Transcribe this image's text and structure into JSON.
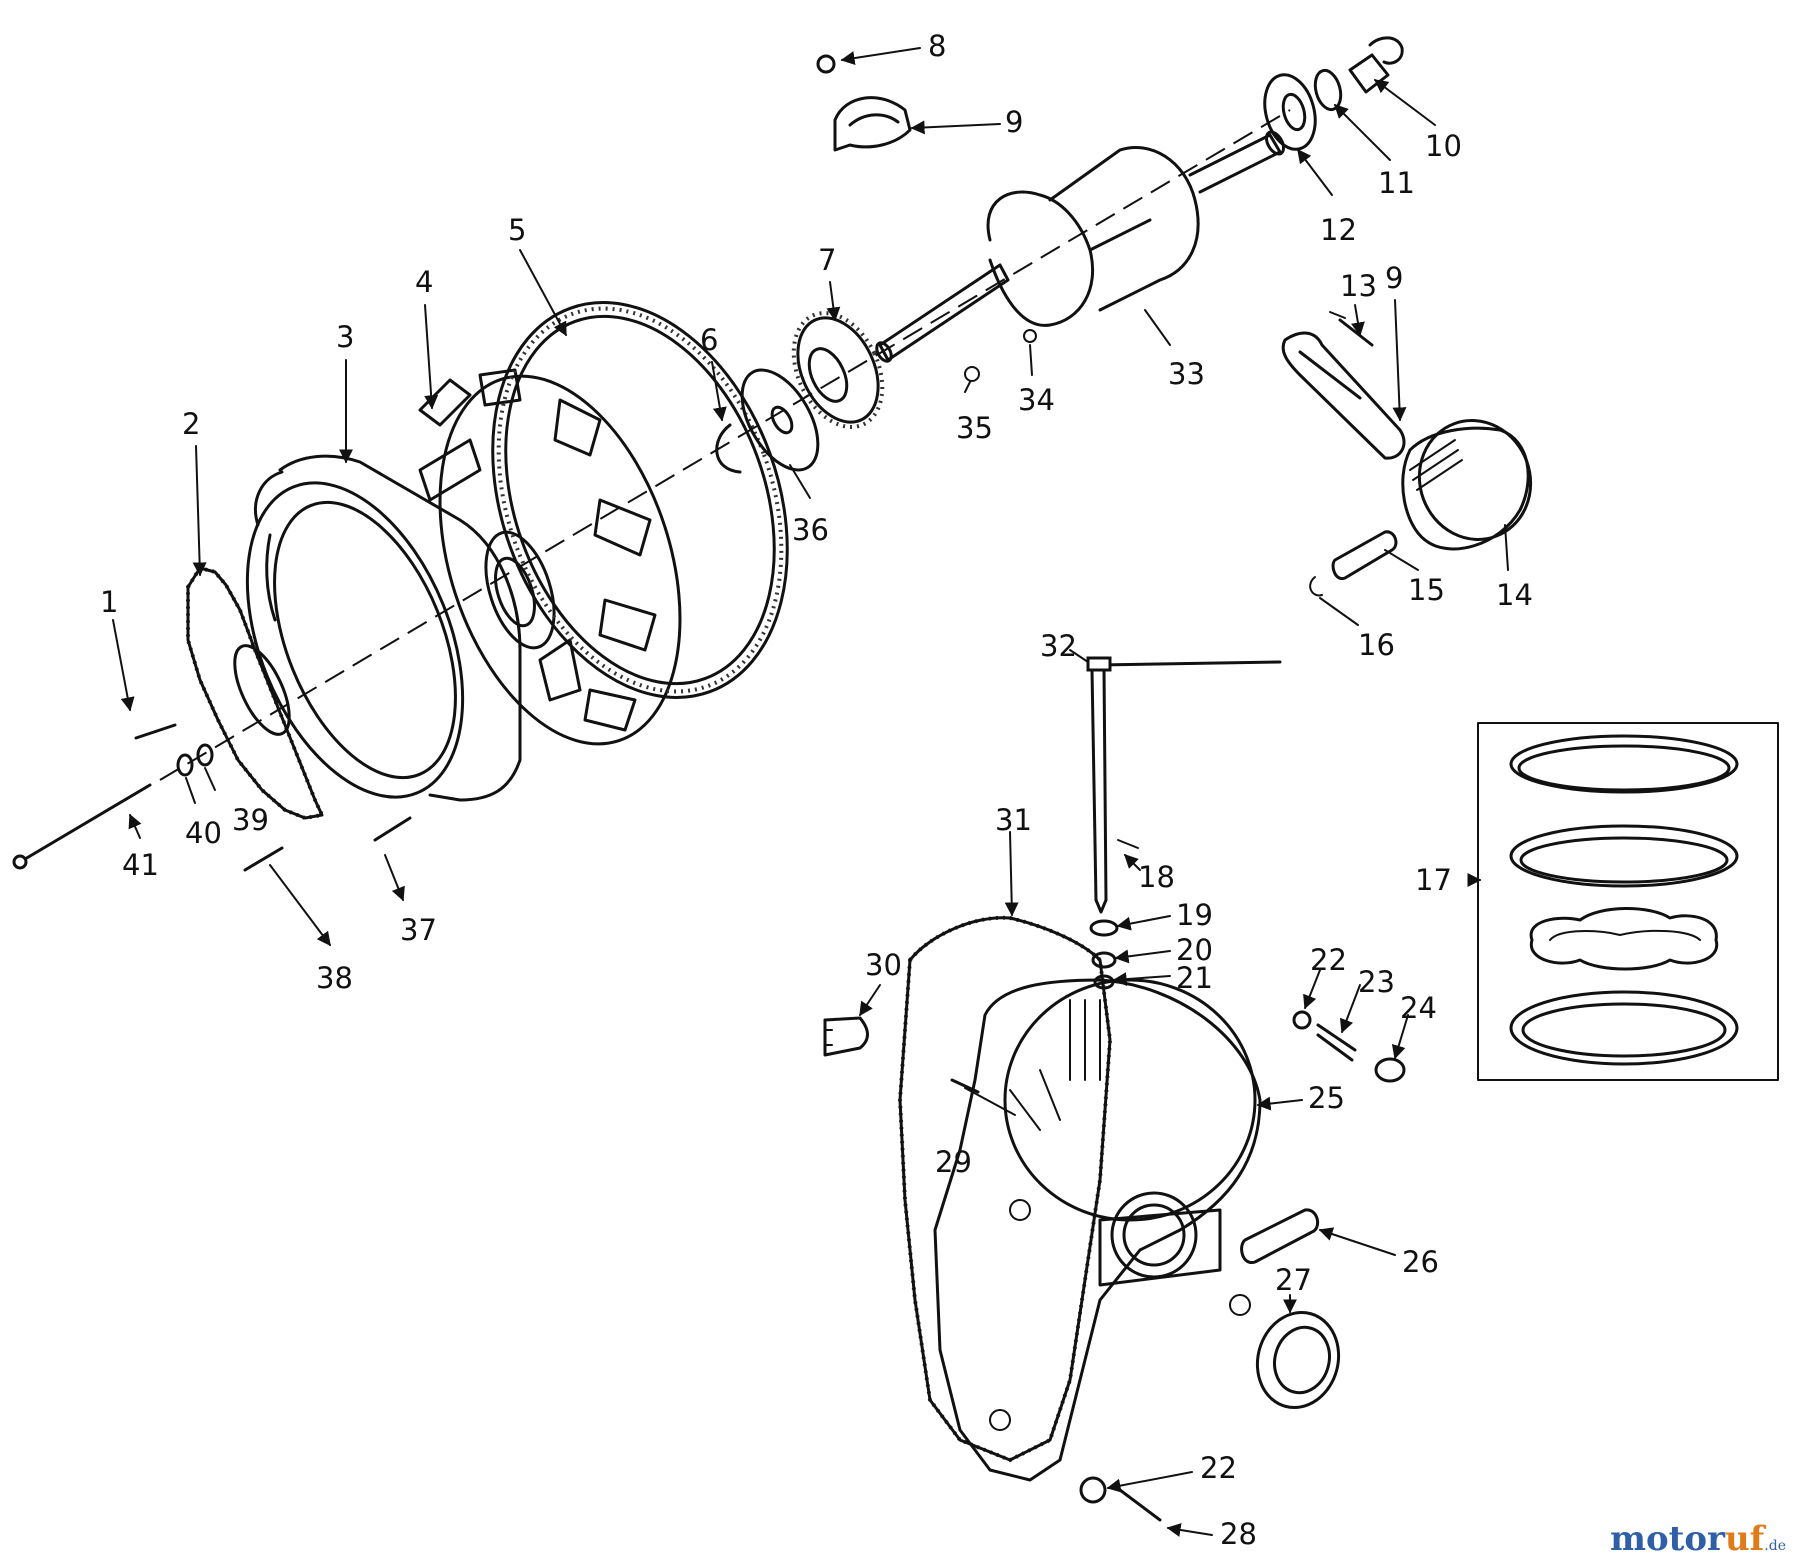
{
  "diagram": {
    "callouts": [
      "1",
      "2",
      "3",
      "4",
      "5",
      "6",
      "7",
      "8",
      "9",
      "10",
      "11",
      "12",
      "13",
      "14",
      "15",
      "16",
      "17",
      "18",
      "19",
      "20",
      "21",
      "22",
      "23",
      "24",
      "25",
      "26",
      "27",
      "28",
      "29",
      "30",
      "31",
      "32",
      "33",
      "34",
      "35",
      "36",
      "37",
      "38",
      "39",
      "40",
      "41",
      "9",
      "22"
    ]
  },
  "watermark": {
    "brand_part1": "motor",
    "brand_part2": "uf",
    "brand_tld": ".de"
  }
}
